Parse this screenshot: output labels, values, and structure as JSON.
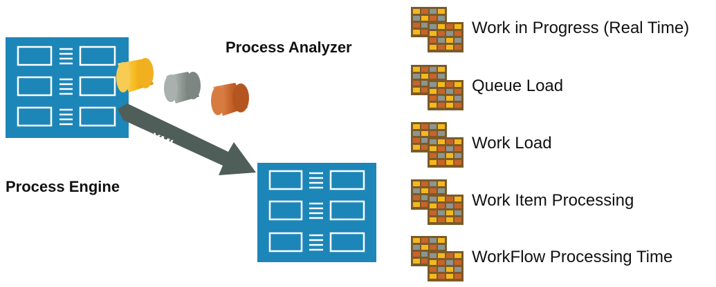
{
  "labels": {
    "process_analyzer": "Process Analyzer",
    "process_engine": "Process Engine",
    "arrow": "XML"
  },
  "reports": [
    {
      "label": "Work in Progress (Real Time)"
    },
    {
      "label": "Queue Load"
    },
    {
      "label": "Work Load"
    },
    {
      "label": "Work Item Processing"
    },
    {
      "label": "WorkFlow Processing Time"
    }
  ],
  "colors": {
    "server_blue": "#1d86b8",
    "server_outline": "#ffffff",
    "arrow_gray": "#4f5e58",
    "cylinder_yellow": "#f5b81c",
    "cylinder_gray": "#8c9590",
    "cylinder_orange": "#c8642a"
  },
  "icons": {
    "server": "server-rack-icon",
    "database": "database-cylinder-icon",
    "report": "report-grid-icon"
  }
}
